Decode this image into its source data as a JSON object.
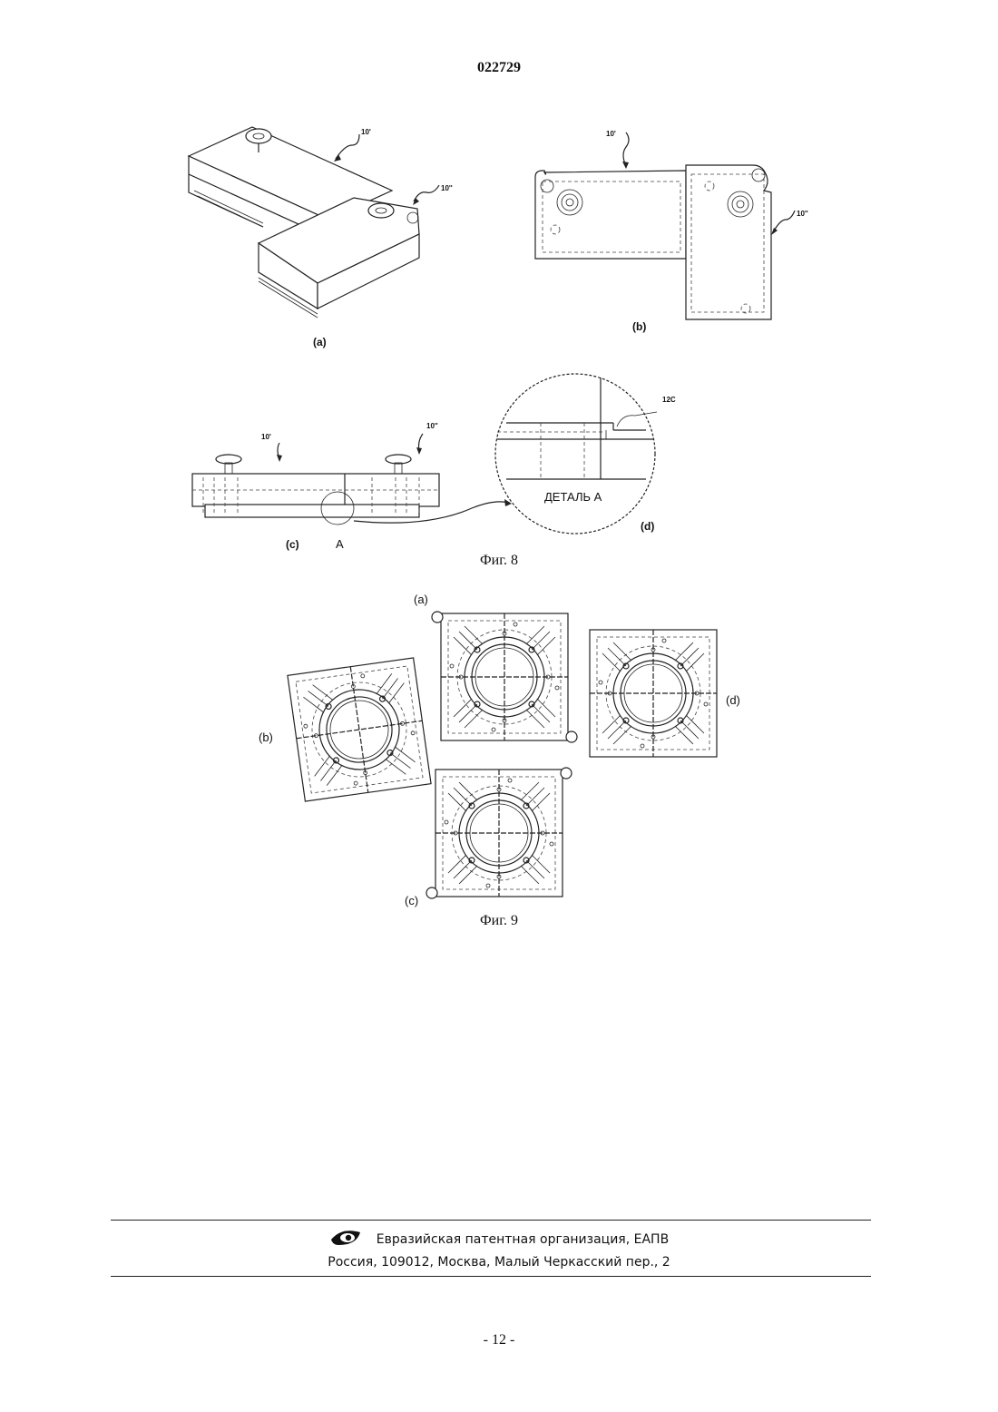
{
  "header": {
    "patent_number": "022729"
  },
  "figure8": {
    "caption": "Фиг. 8",
    "panel_a": {
      "label": "(a)",
      "ref1": "10'",
      "ref2": "10''"
    },
    "panel_b": {
      "label": "(b)",
      "ref1": "10'",
      "ref2": "10''"
    },
    "panel_c": {
      "label": "(c)",
      "ref1": "10'",
      "ref2": "10''",
      "detail_marker": "A"
    },
    "panel_d": {
      "label": "(d)",
      "ref": "12C",
      "detail_title": "ДЕТАЛЬ А"
    }
  },
  "figure9": {
    "caption": "Фиг. 9",
    "labels": {
      "a": "(a)",
      "b": "(b)",
      "c": "(c)",
      "d": "(d)"
    }
  },
  "footer": {
    "organization": "Евразийская патентная организация, ЕАПВ",
    "address": "Россия, 109012, Москва, Малый Черкасский пер., 2",
    "logo_icon": "eapo-eye-icon"
  },
  "page": {
    "number": "- 12 -"
  }
}
